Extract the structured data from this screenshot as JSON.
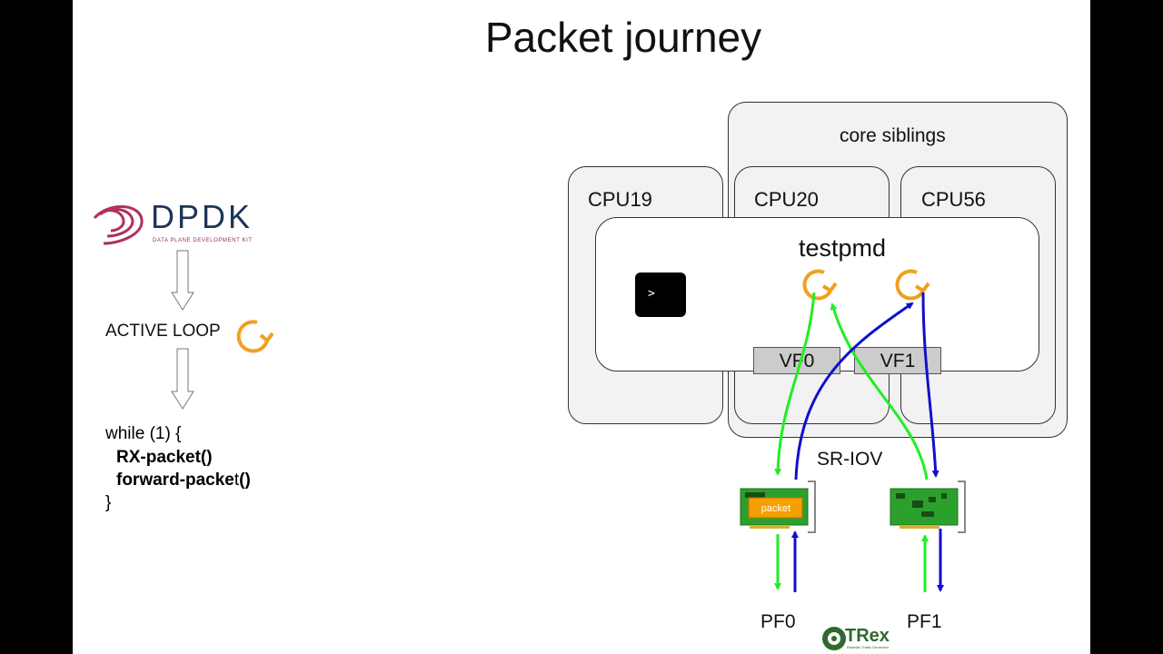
{
  "slide": {
    "title": "Packet journey"
  },
  "left": {
    "logo": {
      "name": "DPDK",
      "tagline": "DATA PLANE DEVELOPMENT KIT"
    },
    "active_loop_label": "ACTIVE LOOP",
    "code": {
      "line1": "while (1) {",
      "rx": "RX-packet()",
      "fwd_a": "forward-packe",
      "fwd_b": "t",
      "fwd_c": "()",
      "close": "}"
    }
  },
  "diagram": {
    "core_siblings_label": "core siblings",
    "cpus": [
      "CPU19",
      "CPU20",
      "CPU56"
    ],
    "app_label": "testpmd",
    "console_prompt": ">",
    "vfs": [
      "VF0",
      "VF1"
    ],
    "sriov_label": "SR-IOV",
    "nic_packet_label": "packet",
    "pfs": [
      "PF0",
      "PF1"
    ],
    "rx_color": "#22ee22",
    "tx_color": "#1010cc",
    "loop_color": "#f0a020"
  },
  "footer": {
    "logo_text": "TRex",
    "logo_tagline": "Realistic Traffic Generator"
  }
}
